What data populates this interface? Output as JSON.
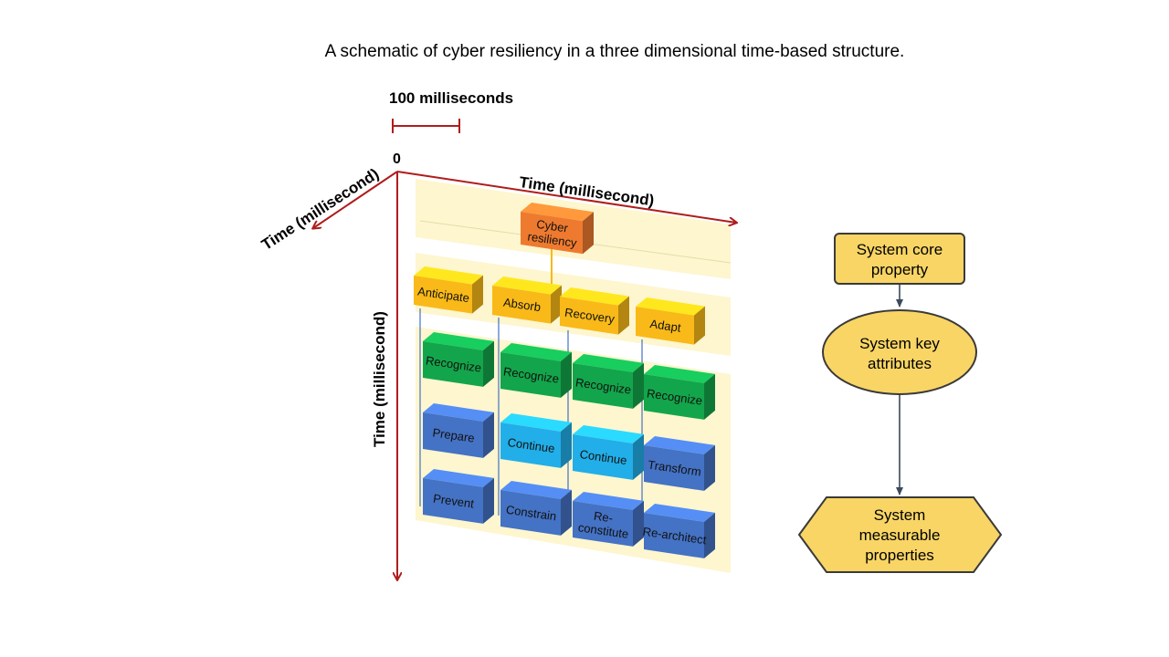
{
  "title": "A schematic of cyber resiliency in a three dimensional time-based structure.",
  "scale_label": "100 milliseconds",
  "origin_label": "0",
  "axes": {
    "top": "Time (millisecond)",
    "diagonal": "Time (millisecond)",
    "vertical": "Time (millisecond)"
  },
  "root_box": {
    "line1": "Cyber",
    "line2": "resiliency"
  },
  "phases": [
    "Anticipate",
    "Absorb",
    "Recovery",
    "Adapt"
  ],
  "rows": [
    [
      "Recognize",
      "Recognize",
      "Recognize",
      "Recognize"
    ],
    [
      "Prepare",
      "Continue",
      "Continue",
      "Transform"
    ],
    [
      "Prevent",
      "Constrain",
      "Re-constitute",
      "Re-architect"
    ]
  ],
  "legend": {
    "core": {
      "line1": "System core",
      "line2": "property"
    },
    "key": {
      "line1": "System key",
      "line2": "attributes"
    },
    "measurable": {
      "line1": "System",
      "line2": "measurable",
      "line3": "properties"
    }
  },
  "colors": {
    "axis": "#b01c1c",
    "root": "#ee7a2f",
    "phase": "#f9b918",
    "recognize": "#13a54b",
    "blue": "#4472c4",
    "cyan": "#22aee8",
    "panel": "#fdf6cf",
    "legend_fill": "#f8d565",
    "legend_stroke": "#3a3a3a"
  }
}
